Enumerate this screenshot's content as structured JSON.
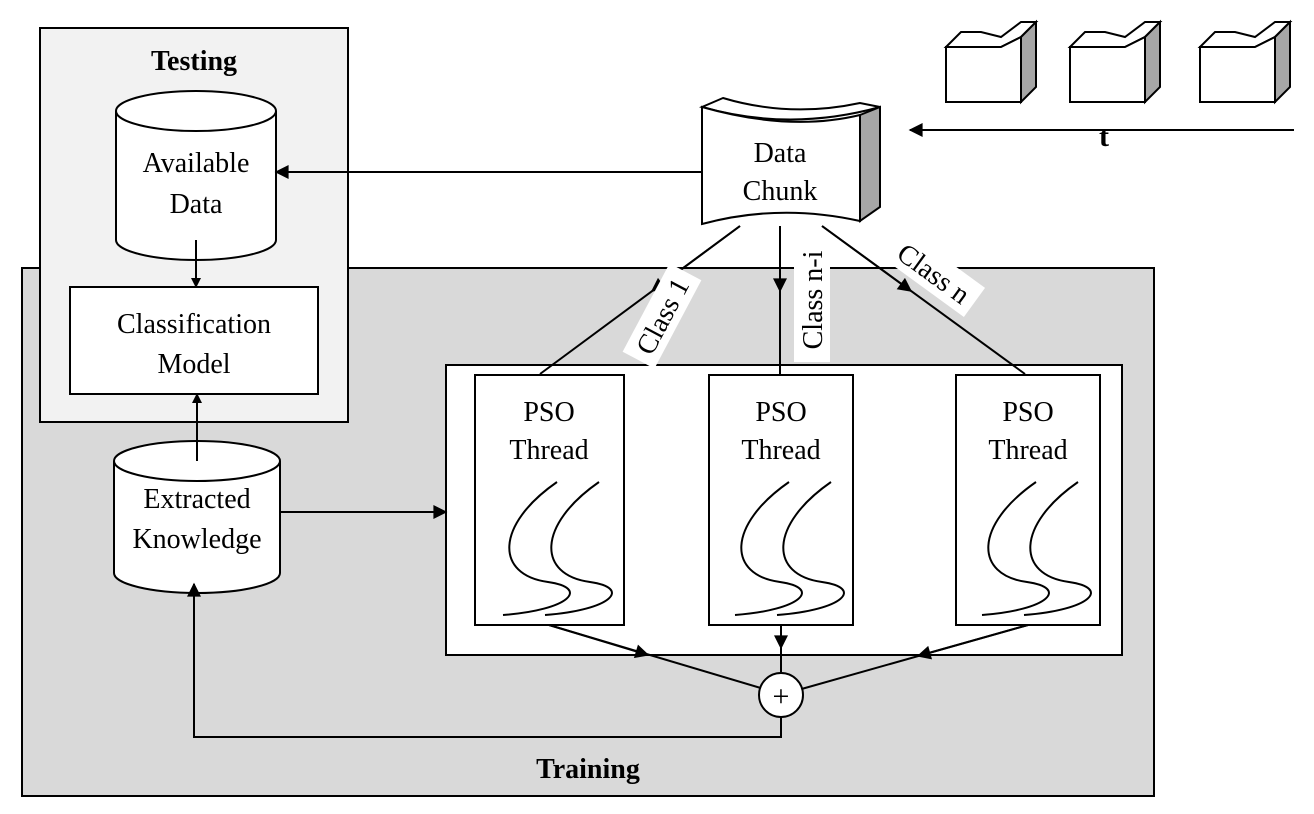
{
  "panels": {
    "testing": "Testing",
    "training": "Training"
  },
  "nodes": {
    "available_data": [
      "Available",
      "Data"
    ],
    "classification_model": [
      "Classification",
      "Model"
    ],
    "extracted_knowledge": [
      "Extracted",
      "Knowledge"
    ],
    "data_chunk": [
      "Data",
      "Chunk"
    ],
    "pso_threads": [
      [
        "PSO",
        "Thread"
      ],
      [
        "PSO",
        "Thread"
      ],
      [
        "PSO",
        "Thread"
      ]
    ],
    "combiner": "+"
  },
  "edge_labels": {
    "class_1": "Class 1",
    "class_n_i": "Class n-i",
    "class_n": "Class n",
    "time": "t"
  },
  "colors": {
    "testing_panel": "#f2f2f2",
    "training_panel": "#d9d9d9",
    "chunk_side": "#a6a6a6",
    "line": "#000000"
  }
}
